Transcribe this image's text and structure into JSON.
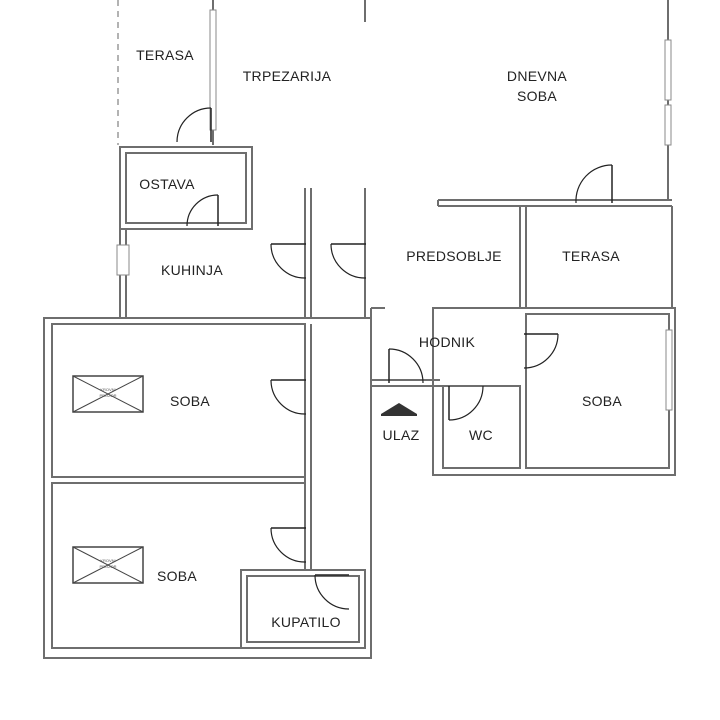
{
  "plan": {
    "rooms": {
      "terasa_top": "TERASA",
      "trpezarija": "TRPEZARIJA",
      "dnevna_line1": "DNEVNA",
      "dnevna_line2": "SOBA",
      "ostava": "OSTAVA",
      "kuhinja": "KUHINJA",
      "predsoblje": "PREDSOBLJE",
      "terasa_right": "TERASA",
      "hodnik": "HODNIK",
      "soba_left_upper": "SOBA",
      "soba_right": "SOBA",
      "ulaz": "ULAZ",
      "wc": "WC",
      "soba_left_lower": "SOBA",
      "kupatilo": "KUPATILO"
    },
    "skylights": {
      "upper_line1": "KROVNI",
      "upper_line2": "PROZOR",
      "lower_line1": "KROVNI",
      "lower_line2": "PROZOR"
    },
    "colors": {
      "wall": "#6e6e6e",
      "door": "#222222",
      "label": "#222222"
    }
  }
}
